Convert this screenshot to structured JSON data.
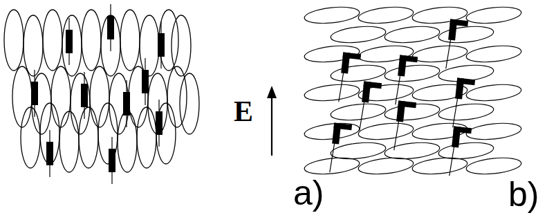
{
  "diagram": {
    "labels": [
      "E",
      "a)",
      "b)"
    ]
  }
}
